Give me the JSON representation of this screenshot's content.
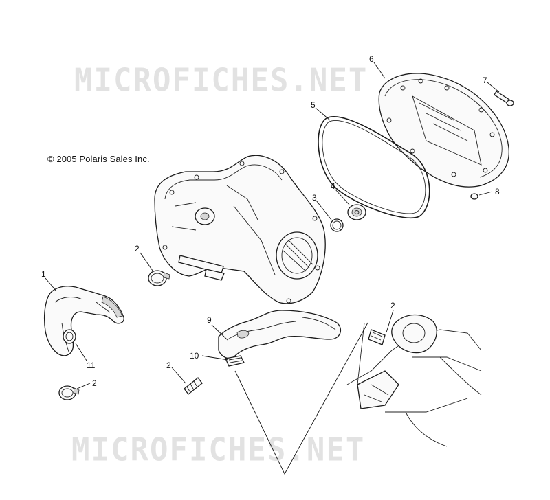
{
  "copyright": "© 2005 Polaris Sales Inc.",
  "watermarks": [
    "MICROFICHES.NET",
    "MICROFICHES.NET"
  ],
  "callouts": {
    "c1": "1",
    "c2a": "2",
    "c2b": "2",
    "c2c": "2",
    "c2d": "2",
    "c3": "3",
    "c4": "4",
    "c5": "5",
    "c6": "6",
    "c7": "7",
    "c8": "8",
    "c9": "9",
    "c10": "10",
    "c11": "11"
  }
}
